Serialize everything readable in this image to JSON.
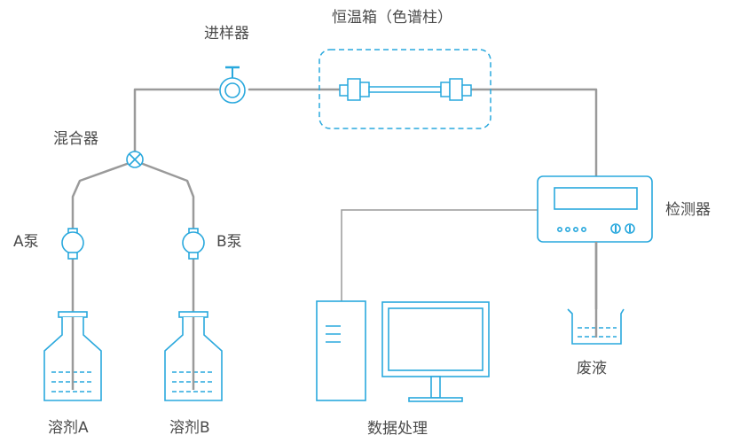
{
  "labels": {
    "injector": "进样器",
    "column_oven": "恒温箱（色谱柱）",
    "mixer": "混合器",
    "pump_a": "A泵",
    "pump_b": "B泵",
    "detector": "检测器",
    "solvent_a": "溶剂A",
    "solvent_b": "溶剂B",
    "data_processing": "数据处理",
    "waste": "废液"
  },
  "colors": {
    "line": "#9a9a9a",
    "accent": "#29a8dd",
    "text": "#4a4a4a"
  },
  "icons": [
    "injector-valve-icon",
    "pump-icon",
    "mixer-valve-icon",
    "bottle-icon",
    "column-icon",
    "detector-icon",
    "computer-icon",
    "beaker-icon"
  ]
}
